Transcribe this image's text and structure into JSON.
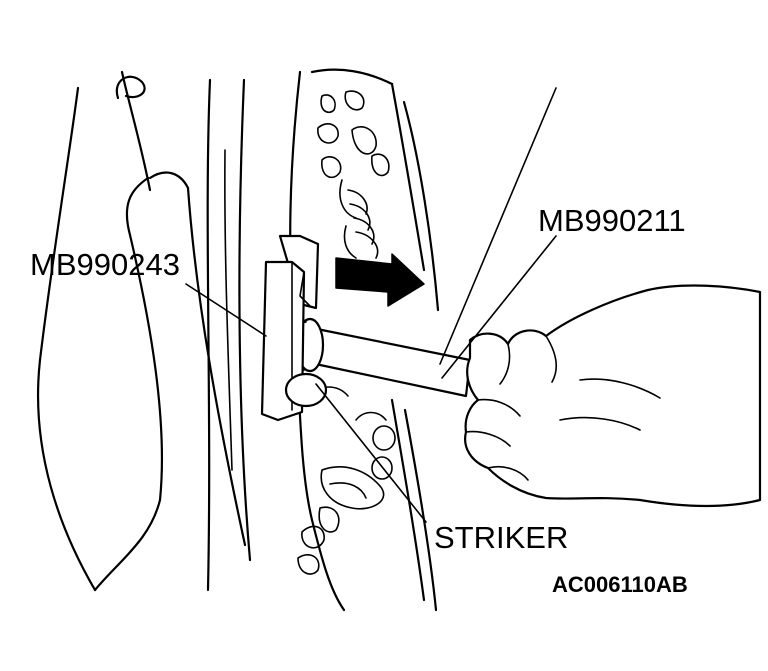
{
  "labels": {
    "tool_left": "MB990243",
    "tool_right": "MB990211",
    "striker": "STRIKER",
    "figure_id": "AC006110AB"
  },
  "colors": {
    "ink": "#000000",
    "paper": "#ffffff"
  },
  "icons": {
    "direction_arrow": "arrow-right-icon"
  }
}
